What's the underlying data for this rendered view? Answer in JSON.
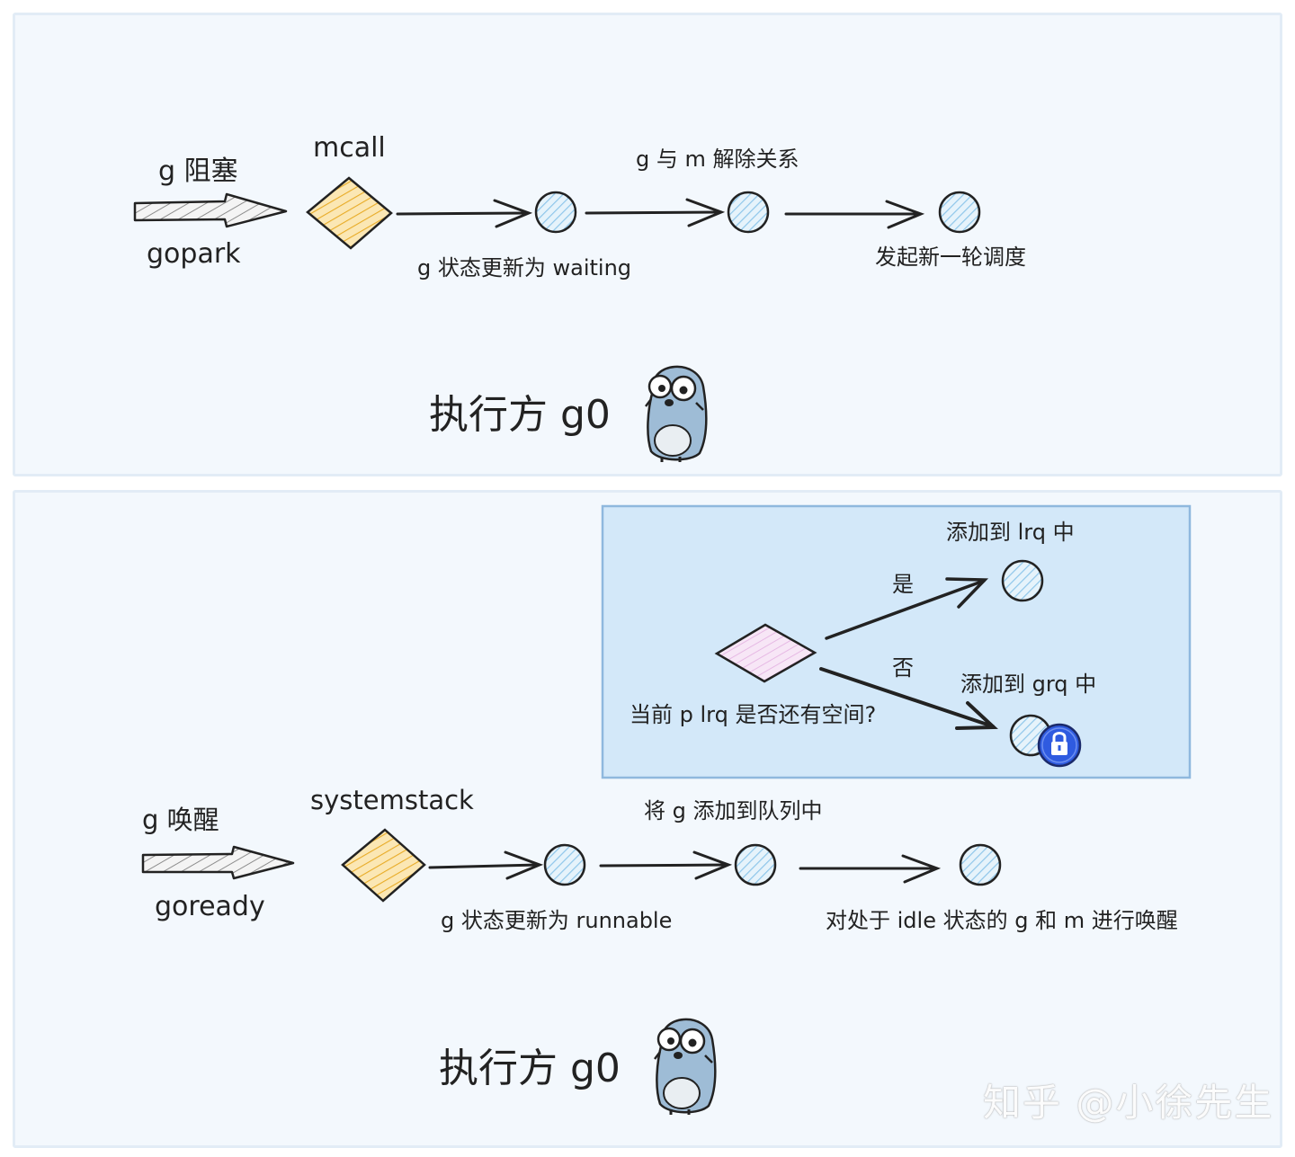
{
  "top": {
    "trigger_label": "g 阻塞",
    "trigger_func": "gopark",
    "switch_label": "mcall",
    "step1_label": "g 状态更新为 waiting",
    "step2_label": "g 与 m 解除关系",
    "step3_label": "发起新一轮调度",
    "executor_label": "执行方 g0",
    "mascot_icon": "gopher-icon"
  },
  "bottom": {
    "trigger_label": "g 唤醒",
    "trigger_func": "goready",
    "switch_label": "systemstack",
    "step1_label": "g 状态更新为 runnable",
    "step2_label": "将 g 添加到队列中",
    "step3_label": "对处于 idle 状态的 g 和 m 进行唤醒",
    "executor_label": "执行方 g0",
    "mascot_icon": "gopher-icon",
    "decision": {
      "question": "当前 p lrq 是否还有空间?",
      "yes_label": "是",
      "no_label": "否",
      "yes_target": "添加到 lrq 中",
      "no_target": "添加到 grq 中",
      "lock_icon": "lock-icon"
    }
  },
  "watermark": "知乎 @小徐先生",
  "colors": {
    "panel_bg": "#f3f8fd",
    "decision_box_bg": "#d3e8f9",
    "diamond_orange": "#f2c35a",
    "diamond_pink": "#f1d4ef",
    "circle_blue": "#a6d2ee",
    "lock_blue": "#2f5be0"
  }
}
